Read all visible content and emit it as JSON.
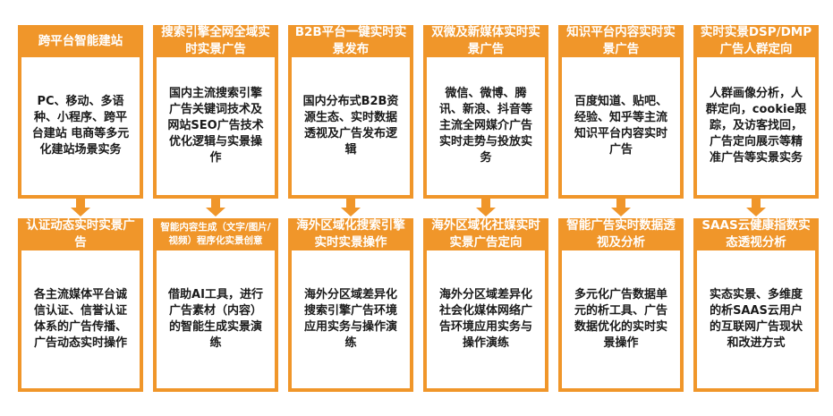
{
  "colors": {
    "accent": "#f0962a",
    "text": "#1a1a1a",
    "header_text": "#ffffff"
  },
  "top_row": [
    {
      "title": "跨平台智能建站",
      "body": "PC、移动、多语种、小程序、跨平台建站 电商等多元化建站场景实务"
    },
    {
      "title": "搜索引擎全网全域实时实景广告",
      "body": "国内主流搜索引擎广告关键词技术及网站SEO广告技术优化逻辑与实景操作"
    },
    {
      "title": "B2B平台一键实时实景发布",
      "body": "国内分布式B2B资源生态、实时数据透视及广告发布逻辑"
    },
    {
      "title": "双微及新媒体实时实景广告",
      "body": "微信、微博、腾讯、新浪、抖音等主流全网媒介广告实时走势与投放实务"
    },
    {
      "title": "知识平台内容实时实景广告",
      "body": "百度知道、贴吧、经验、知乎等主流知识平台内容实时广告"
    },
    {
      "title": "实时实景DSP/DMP广告人群定向",
      "body": "人群画像分析，人群定向，cookie跟踪，及访客找回，广告定向展示等精准广告等实景实务"
    }
  ],
  "bottom_row": [
    {
      "title": "认证动态实时实景广告",
      "body": "各主流媒体平台诚信认证、信誉认证体系的广告传播、广告动态实时操作"
    },
    {
      "title": "智能内容生成（文字/图片/视频）程序化实景创意",
      "body": "借助AI工具，进行广告素材（内容）的智能生成实景演练"
    },
    {
      "title": "海外区域化搜索引擎实时实景操作",
      "body": "海外分区域差异化搜索引擎广告环境应用实务与操作演练"
    },
    {
      "title": "海外区域化社媒实时实景广告定向",
      "body": "海外分区域差异化社会化媒体网络广告环境应用实务与操作演练"
    },
    {
      "title": "智能广告实时数据透视及分析",
      "body": "多元化广告数据单元的析工具、广告数据优化的实时实景操作"
    },
    {
      "title": "SAAS云健康指数实态透视分析",
      "body": "实态实景、多维度的析SAAS云用户的互联网广告现状和改进方式"
    }
  ]
}
